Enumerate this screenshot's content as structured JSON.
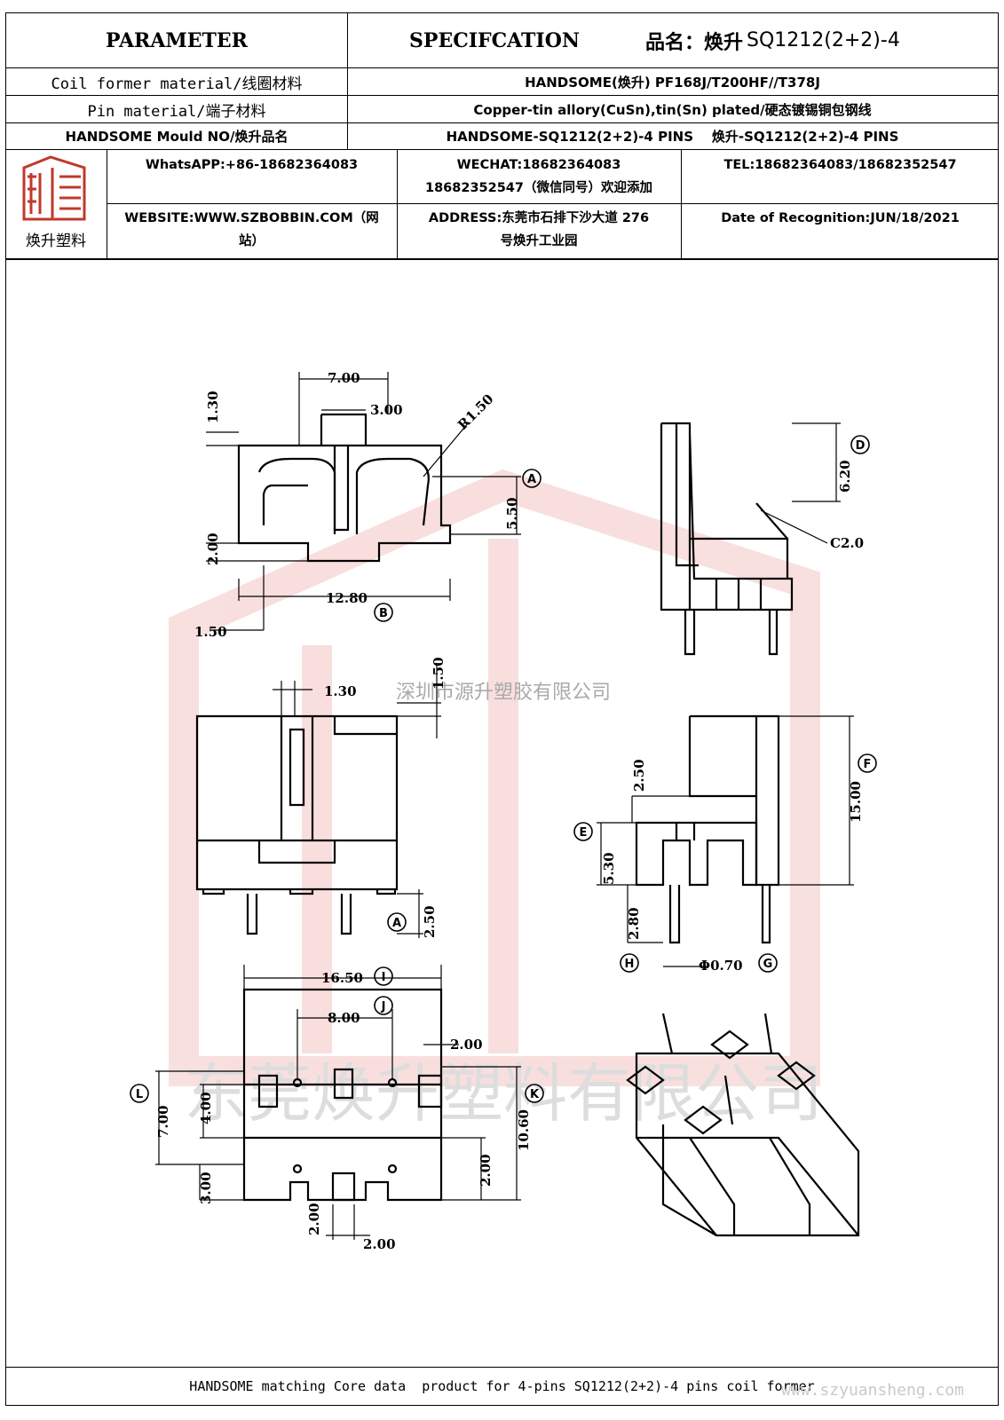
{
  "header": {
    "parameter": "PARAMETER",
    "specification": "SPECIFCATION",
    "product_label": "品名：焕升",
    "product_code": "SQ1212(2+2)-4"
  },
  "params": [
    {
      "label": "Coil former material/线圈材料",
      "value": "HANDSOME(焕升)    PF168J/T200HF//T378J"
    },
    {
      "label": "Pin material/端子材料",
      "value": "Copper-tin allory(CuSn),tin(Sn) plated/硬态镀锡铜包钢线"
    },
    {
      "label": "HANDSOME Mould NO/焕升品名",
      "value": "HANDSOME-SQ1212(2+2)-4 PINS    焕升-SQ1212(2+2)-4 PINS"
    }
  ],
  "contact": {
    "logo_caption": "焕升塑料",
    "whatsapp": "WhatsAPP:+86-18682364083",
    "wechat_line1": "WECHAT:18682364083",
    "wechat_line2": "18682352547（微信同号）欢迎添加",
    "tel": "TEL:18682364083/18682352547",
    "website_line1": "WEBSITE:WWW.SZBOBBIN.COM（网",
    "website_line2": "站）",
    "address_line1": "ADDRESS:东莞市石排下沙大道 276",
    "address_line2": "号焕升工业园",
    "date": "Date of Recognition:JUN/18/2021"
  },
  "drawing": {
    "watermark_center": "深圳市源升塑胶有限公司",
    "watermark_bottom": "东莞焕升塑料有限公司",
    "dims": {
      "d1": "7.00",
      "d2": "3.00",
      "d3": "1.30",
      "d4": "R1.50",
      "d5": "5.50",
      "d6": "2.00",
      "d7": "12.80",
      "d8": "1.50",
      "d9": "6.20",
      "d10": "C2.0",
      "d11": "1.30",
      "d12": "1.50",
      "d13": "2.50",
      "d14": "2.50",
      "d15": "15.00",
      "d16": "5.30",
      "d17": "2.80",
      "d18": "Φ0.70",
      "d19": "16.50",
      "d20": "8.00",
      "d21": "2.00",
      "d22": "4.00",
      "d23": "7.00",
      "d24": "10.60",
      "d25": "2.00",
      "d26": "3.00",
      "d27": "2.00",
      "d28": "2.00"
    },
    "labels": {
      "A": "A",
      "B": "B",
      "D": "D",
      "F": "F",
      "E": "E",
      "H": "H",
      "G": "G",
      "I": "I",
      "J": "J",
      "K": "K",
      "L": "L"
    }
  },
  "footer": {
    "text": "HANDSOME matching Core data  product for 4-pins SQ1212(2+2)-4 pins coil former",
    "url": "www.szyuansheng.com"
  }
}
